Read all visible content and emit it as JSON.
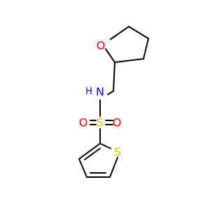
{
  "molecule": {
    "atoms": {
      "oxygen_ring": "O",
      "nitrogen": "N",
      "hydrogen_on_n": "H",
      "sulfur_sulfonyl": "S",
      "oxygen_sulfonyl_left": "O",
      "oxygen_sulfonyl_right": "O",
      "sulfur_thiophene": "S"
    },
    "colors": {
      "oxygen": "#ff0000",
      "nitrogen": "#0000ff",
      "sulfur": "#cccc00",
      "bond": "#000000"
    }
  }
}
